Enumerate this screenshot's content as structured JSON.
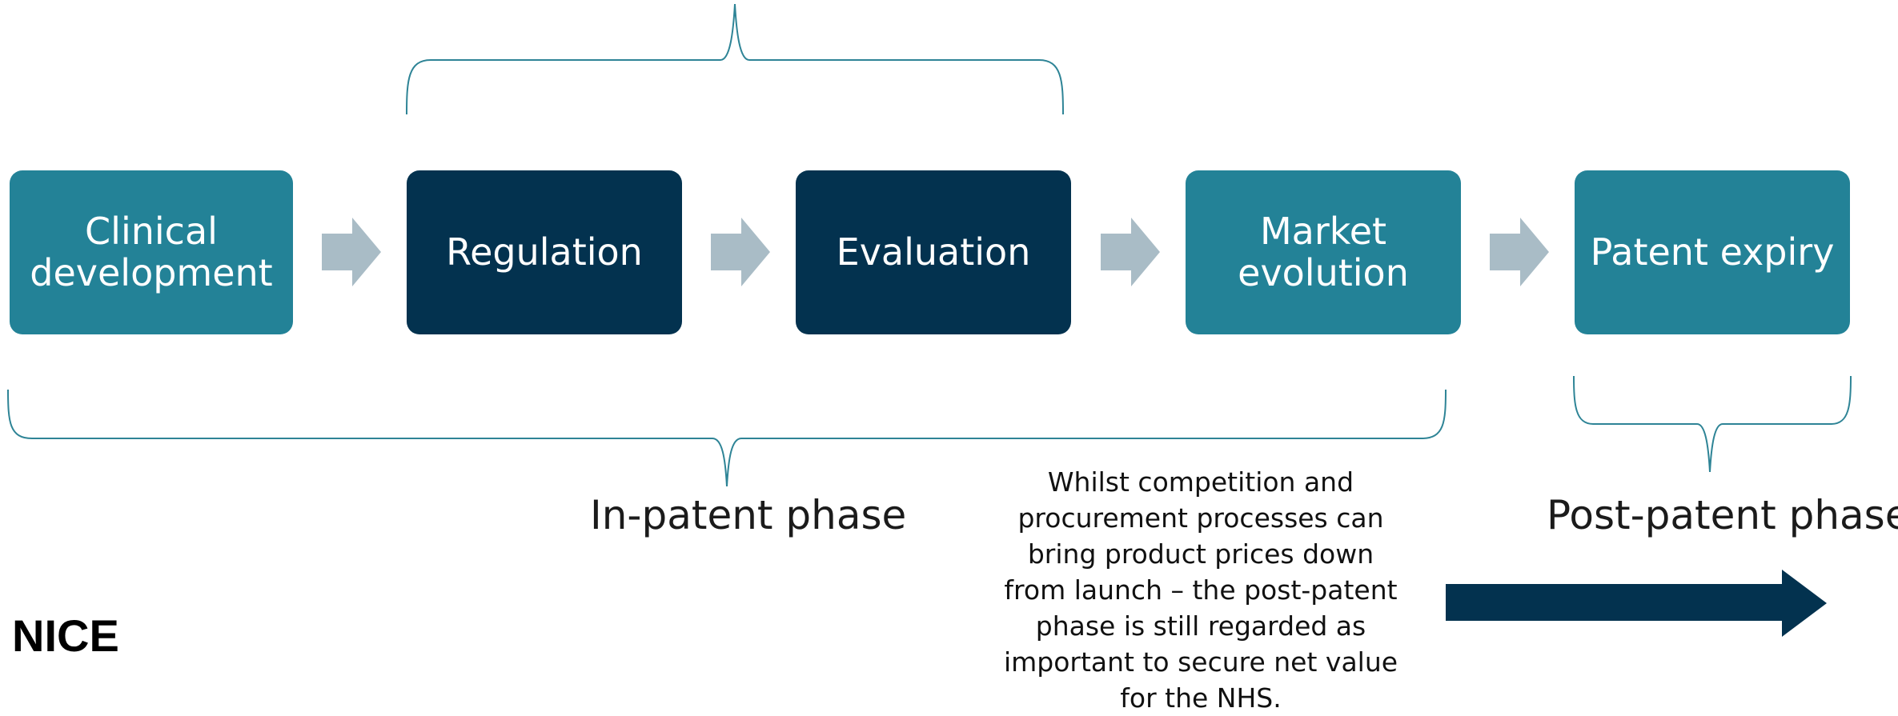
{
  "stages": [
    {
      "lines": [
        "Clinical",
        "development"
      ]
    },
    {
      "lines": [
        "Regulation"
      ]
    },
    {
      "lines": [
        "Evaluation"
      ]
    },
    {
      "lines": [
        "Market",
        "evolution"
      ]
    },
    {
      "lines": [
        "Patent expiry"
      ]
    }
  ],
  "phases": {
    "in_patent": "In-patent phase",
    "post_patent": "Post-patent phase"
  },
  "note": {
    "lines": [
      "Whilst competition and",
      "procurement processes can",
      "bring product prices down",
      "from launch – the post-patent",
      "phase is still regarded as",
      "important to secure net value",
      "for the NHS."
    ]
  },
  "logo_text": "NICE",
  "colors": {
    "teal": "#238297",
    "navy": "#03324f",
    "chevron": "#a9bcc6",
    "brace": "#2e8496",
    "arrow": "#03324f"
  }
}
